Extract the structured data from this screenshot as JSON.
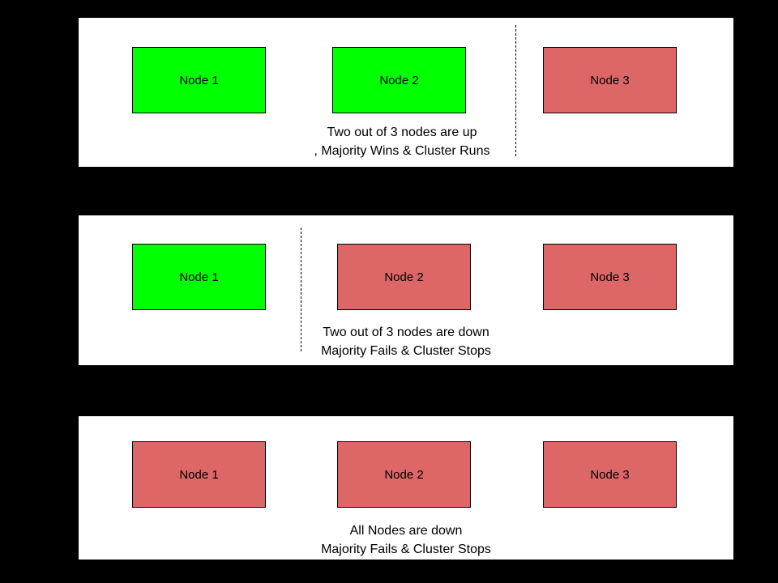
{
  "colors": {
    "background": "#000000",
    "panel_background": "#ffffff",
    "panel_border": "#000000",
    "node_up": "#00ff00",
    "node_down": "#dd6666",
    "node_border": "#000000",
    "divider": "#000000",
    "text": "#000000"
  },
  "panels": [
    {
      "name": "two-nodes-up",
      "nodes": [
        {
          "label": "Node 1",
          "state": "up"
        },
        {
          "label": "Node 2",
          "state": "up"
        },
        {
          "label": "Node 3",
          "state": "down"
        }
      ],
      "divider_position": "between Node 2 and Node 3",
      "caption": [
        "Two out of 3 nodes are up",
        ", Majority Wins & Cluster Runs"
      ]
    },
    {
      "name": "two-nodes-down",
      "nodes": [
        {
          "label": "Node 1",
          "state": "up"
        },
        {
          "label": "Node 2",
          "state": "down"
        },
        {
          "label": "Node 3",
          "state": "down"
        }
      ],
      "divider_position": "between Node 1 and Node 2",
      "caption": [
        "Two out of 3 nodes are down",
        "Majority Fails & Cluster Stops"
      ]
    },
    {
      "name": "all-nodes-down",
      "nodes": [
        {
          "label": "Node 1",
          "state": "down"
        },
        {
          "label": "Node 2",
          "state": "down"
        },
        {
          "label": "Node 3",
          "state": "down"
        }
      ],
      "divider_position": "none",
      "caption": [
        "All Nodes are down",
        "Majority Fails & Cluster Stops"
      ]
    }
  ]
}
